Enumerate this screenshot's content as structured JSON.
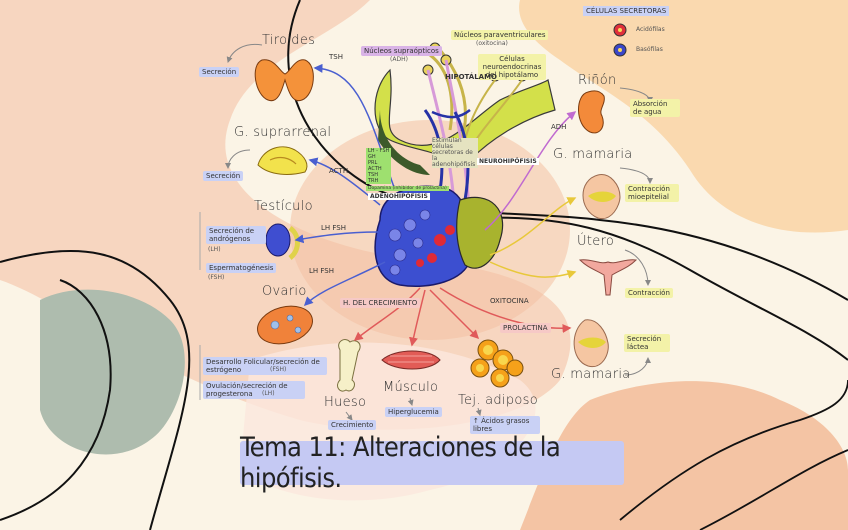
{
  "legend": {
    "title": "CÉLULAS SECRETORAS",
    "items": [
      {
        "label": "Acidófilas",
        "color": "#e0303a"
      },
      {
        "label": "Basófilas",
        "color": "#3b46c8"
      }
    ]
  },
  "hypothalamus": {
    "title": "HIPOTÁLAMO",
    "nuclei_supra": "Núcleos supraópticos",
    "nuclei_supra_hormone": "(ADH)",
    "nuclei_para": "Núcleos paraventriculares",
    "nuclei_para_hormone": "(oxitocina)",
    "neuroendocrine": "Células neuroendocrinas del hipotálamo",
    "stimuli": "Estimulan células secretoras de la adenohipófisis",
    "hormones_list": [
      "LH - FSH",
      "GH",
      "PRL",
      "ACTH",
      "TSH",
      "TRH"
    ],
    "inhibitor_note": "Dopamina (inhibidor de prolactina)"
  },
  "pituitary": {
    "adeno": "ADENOHIPÓFISIS",
    "neuro": "NEUROHIPÓFISIS"
  },
  "targets": {
    "thyroid": {
      "title": "Tiroides",
      "hormone": "TSH",
      "effect": "Secreción"
    },
    "adrenal": {
      "title": "G. suprarrenal",
      "hormone": "ACTH",
      "effect": "Secreción"
    },
    "testis": {
      "title": "Testículo",
      "hormone": "LH   FSH",
      "effect1": "Secreción de andrógenos",
      "effect1_note": "(LH)",
      "effect2": "Espermatogénesis",
      "effect2_note": "(FSH)"
    },
    "ovary": {
      "title": "Ovario",
      "hormone": "LH   FSH",
      "effect1": "Desarrollo Folicular/secreción de estrógeno",
      "effect1_note": "(FSH)",
      "effect2": "Ovulación/secreción de progesterona",
      "effect2_note": "(LH)"
    },
    "kidney": {
      "title": "Riñón",
      "hormone": "ADH",
      "effect": "Absorción de agua"
    },
    "mammary_top": {
      "title": "G. mamaria",
      "effect": "Contracción mioepitelial"
    },
    "uterus": {
      "title": "Útero",
      "hormone": "OXITOCINA",
      "effect": "Contracción"
    },
    "mammary_bottom": {
      "title": "G. mamaria",
      "hormone": "PROLACTINA",
      "effect": "Secreción láctea"
    },
    "growth": {
      "hormone": "H. DEL CRECIMIENTO"
    },
    "bone": {
      "title": "Hueso",
      "effect": "Crecimiento"
    },
    "muscle": {
      "title": "Músculo",
      "effect": "Hiperglucemia"
    },
    "adipose": {
      "title": "Tej. adiposo",
      "effect": "↑ Ácidos grasos libres"
    }
  },
  "page_title": "Tema 11: Alteraciones de la hipófisis."
}
